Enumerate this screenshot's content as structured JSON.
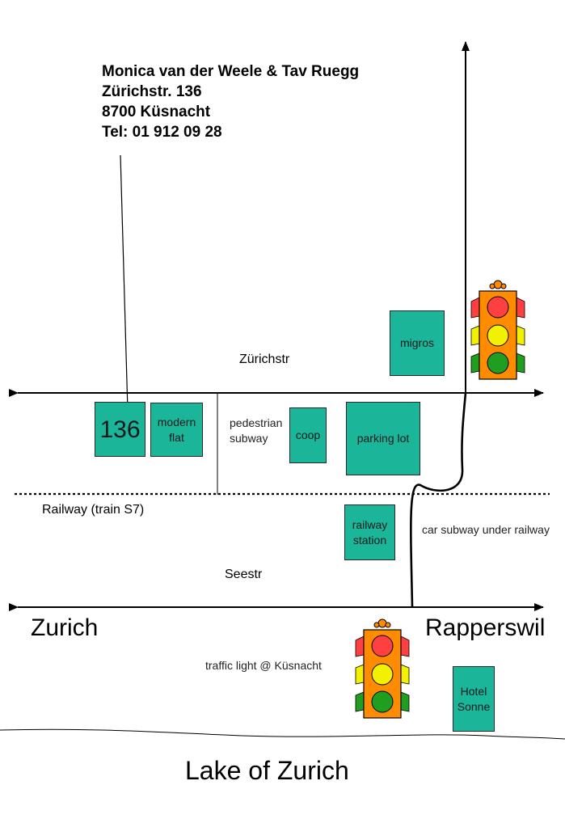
{
  "address": {
    "name": "Monica van der Weele & Tav Ruegg",
    "street": "Zürichstr. 136",
    "city": "8700 Küsnacht",
    "phone": "Tel: 01 912 09 28"
  },
  "streets": {
    "zurichstr": "Zürichstr",
    "seestr": "Seestr",
    "railway": "Railway (train S7)"
  },
  "directions": {
    "west": "Zurich",
    "east": "Rapperswil"
  },
  "boxes": {
    "house": "136",
    "flat": "modern\nflat",
    "coop": "coop",
    "parking": "parking lot",
    "migros": "migros",
    "station": "railway\nstation",
    "hotel": "Hotel\nSonne"
  },
  "notes": {
    "subway": "pedestrian\nsubway",
    "car_subway": "car subway under railway",
    "traffic_light": "traffic light @ Küsnacht"
  },
  "lake": "Lake of Zurich",
  "colors": {
    "building": "#1bb59a",
    "traffic_light_body": "#ff8c00",
    "red": "#ff4040",
    "yellow": "#f2f200",
    "green": "#1f9e1f"
  }
}
